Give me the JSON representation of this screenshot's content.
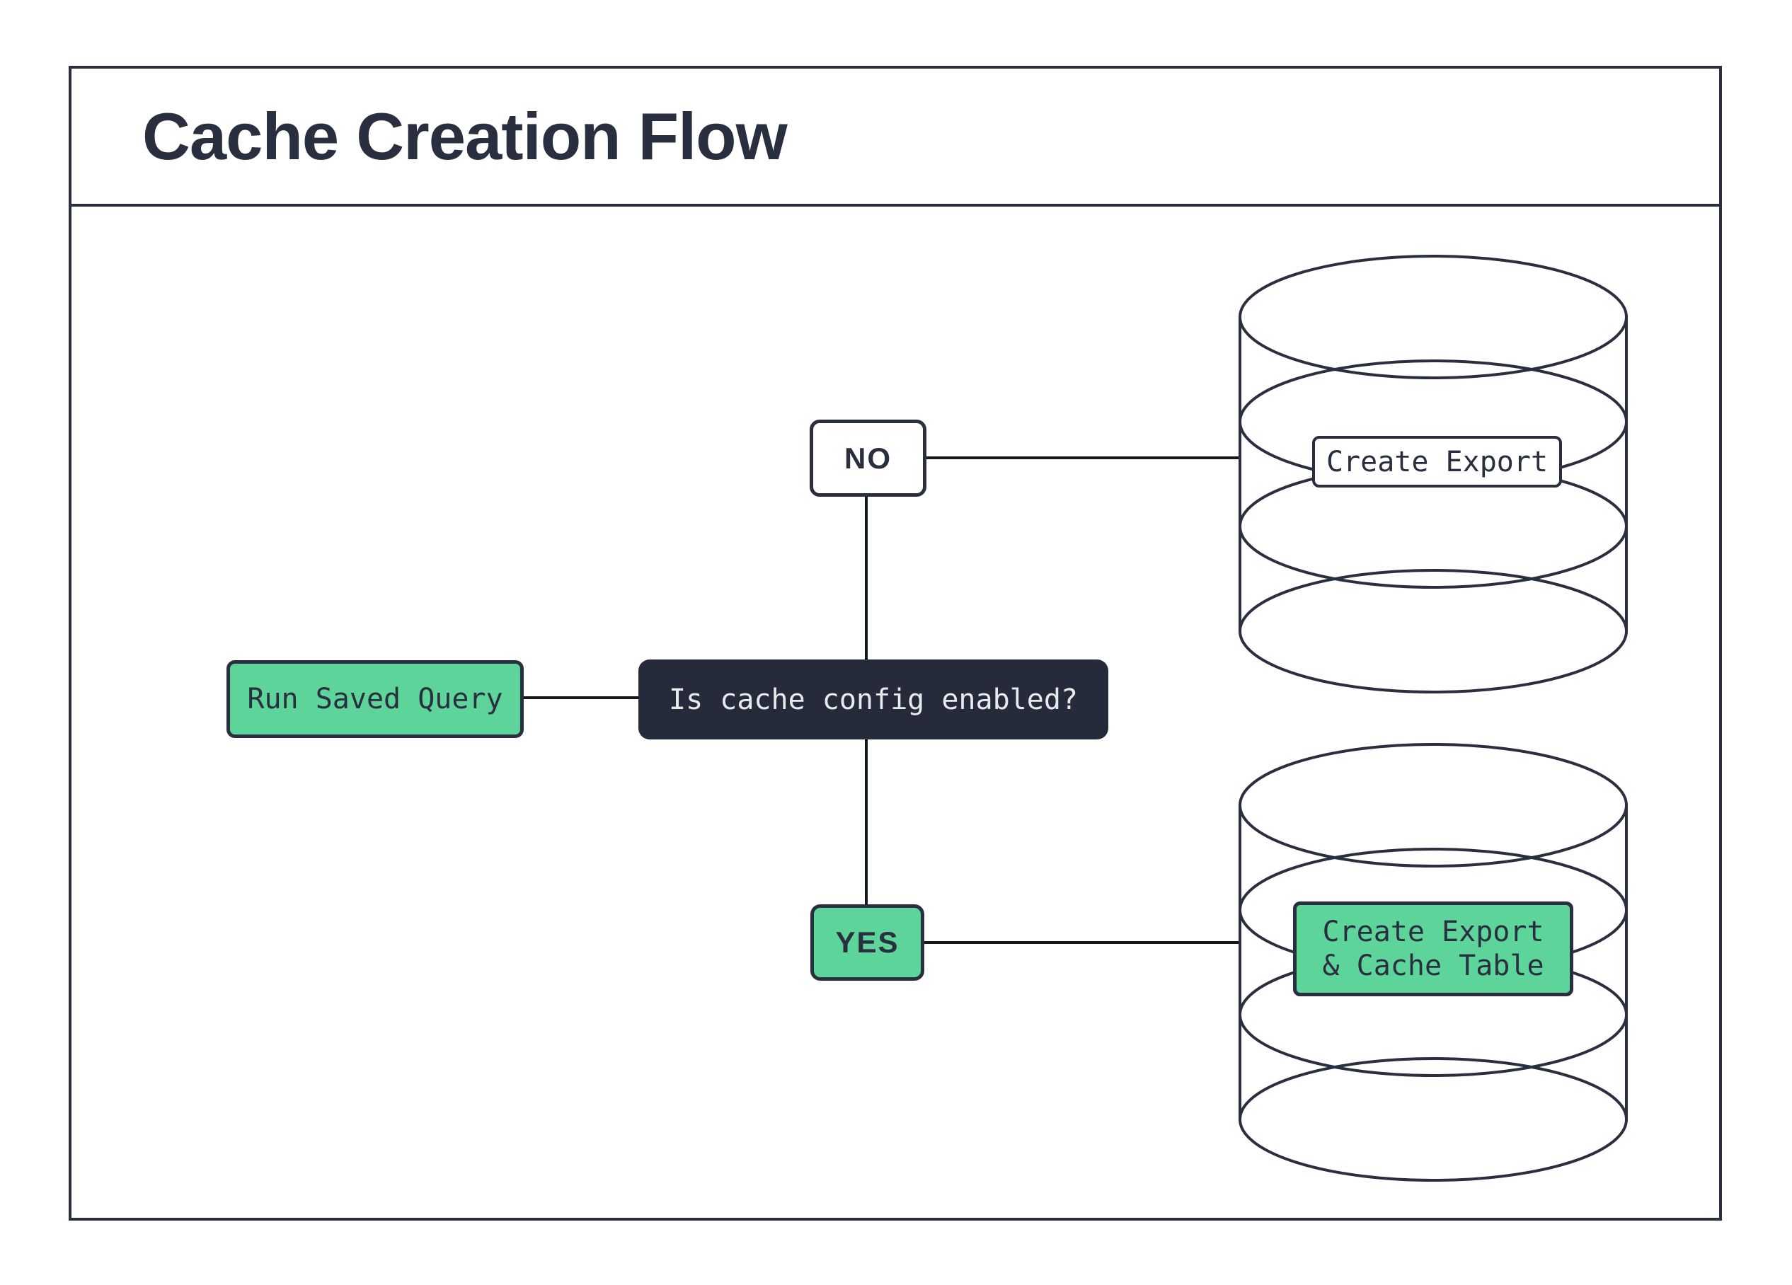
{
  "title": "Cache Creation Flow",
  "nodes": {
    "start": {
      "label": "Run Saved Query"
    },
    "decision": {
      "label": "Is cache config enabled?"
    },
    "no": {
      "label": "NO"
    },
    "yes": {
      "label": "YES"
    },
    "export": {
      "label": "Create Export"
    },
    "export_cache": {
      "line1": "Create Export",
      "line2": "& Cache Table"
    }
  },
  "icons": {
    "no_branch_target": "database-icon",
    "yes_branch_target": "database-icon"
  },
  "edges": [
    {
      "from": "run-saved-query",
      "to": "decision"
    },
    {
      "from": "decision",
      "to": "no"
    },
    {
      "from": "no",
      "to": "database-create-export"
    },
    {
      "from": "decision",
      "to": "yes"
    },
    {
      "from": "yes",
      "to": "database-create-export-cache-table"
    }
  ],
  "colors": {
    "background": "#ffffff",
    "ink": "#2a2f40",
    "node-green": "#5dd49a",
    "decision-bg": "#262b3b",
    "decision-text": "#e9eaee",
    "connector": "#15171e"
  }
}
